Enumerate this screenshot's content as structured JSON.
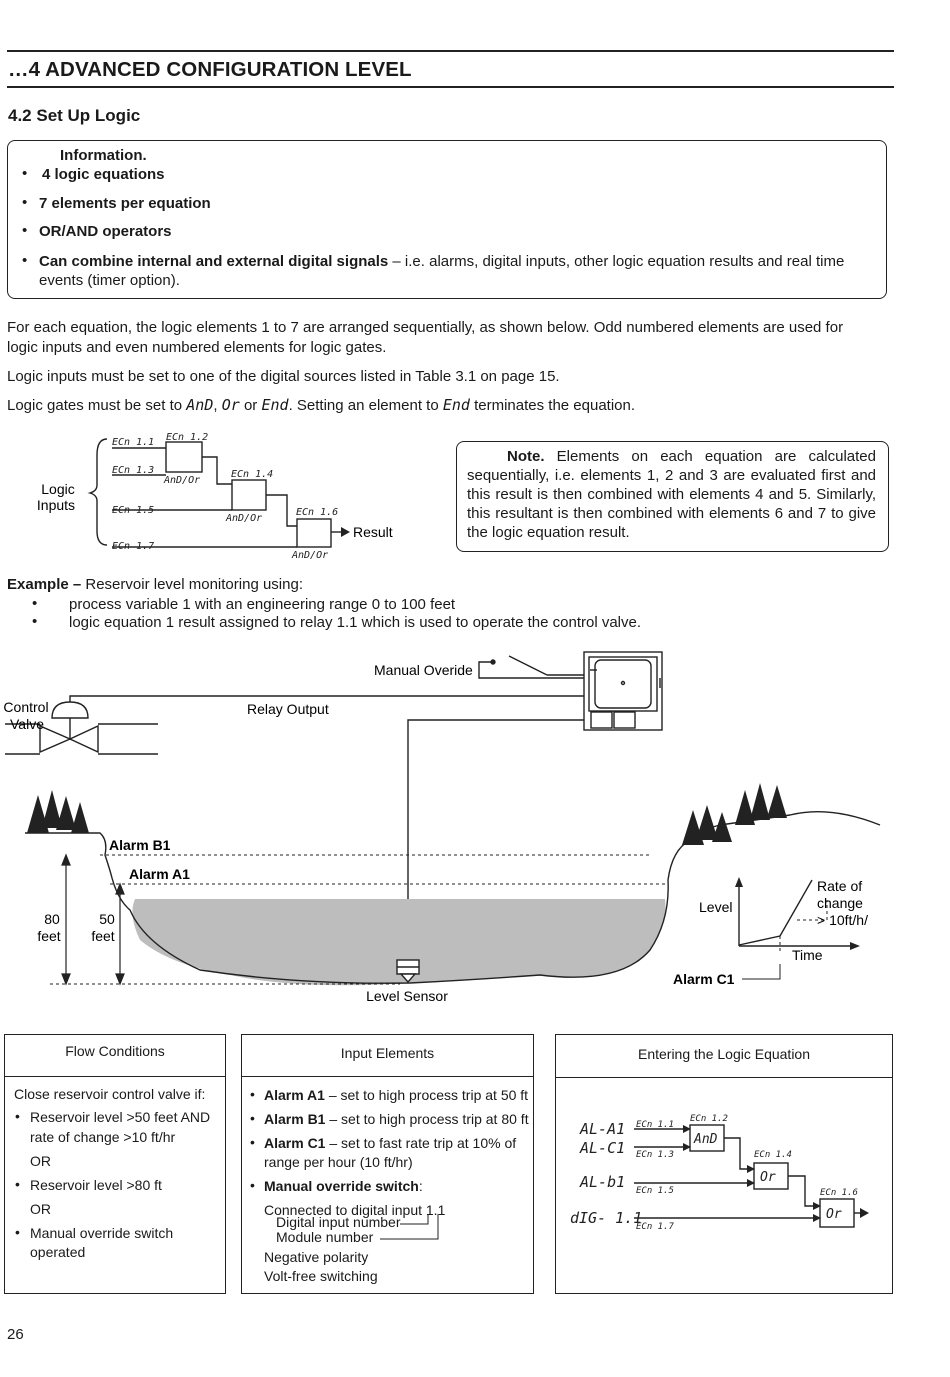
{
  "section": "…4   ADVANCED CONFIGURATION LEVEL",
  "subsection": "4.2   Set Up Logic",
  "info": {
    "title": "Information.",
    "items": [
      "4 logic equations",
      "7 elements per equation",
      "OR/AND operators"
    ],
    "last_bold": "Can combine internal and external digital signals",
    "last_rest": " – i.e. alarms, digital inputs, other logic equation results and real time",
    "last_line2": "events (timer option)."
  },
  "para1_line1": "For each equation, the logic elements 1 to 7 are arranged sequentially, as shown below.  Odd numbered elements are used for",
  "para1_line2": "logic inputs and even numbered elements for logic gates.",
  "para2": "Logic inputs must be set to one of the digital sources listed in Table 3.1 on page 15.",
  "para3": {
    "a": "Logic gates  must be set to ",
    "and": "AnD",
    "comma": ", ",
    "or": "Or",
    "or_word": " or ",
    "end": "End",
    "b": ". Setting an element to ",
    "end2": "End",
    "c": "  terminates the equation."
  },
  "diagram1": {
    "inputs_label_1": "Logic",
    "inputs_label_2": "Inputs",
    "e11": "ECn 1.1",
    "e12": "ECn 1.2",
    "e13": "ECn 1.3",
    "e14": "ECn 1.4",
    "e15": "ECn 1.5",
    "e16": "ECn 1.6",
    "e17": "ECn 1.7",
    "gate": "AnD/Or",
    "result": "Result"
  },
  "note": {
    "title": "Note.",
    "text": " Elements on each equation are calculated sequentially, i.e. elements 1, 2 and 3 are evaluated first and this result is then combined with elements 4 and 5. Similarly, this resultant is then combined with elements 6 and 7 to give the logic equation result."
  },
  "example": {
    "title": "Example –",
    "rest": " Reservoir level monitoring using:",
    "bullets": [
      "process variable 1 with an engineering range 0 to 100 feet",
      "logic equation 1 result assigned to relay 1.1 which is used to operate the control valve."
    ]
  },
  "reservoir": {
    "manual": "Manual Overide",
    "control1": "Control",
    "control2": "Valve",
    "relay": "Relay Output",
    "alarm_b1": "Alarm B1",
    "alarm_a1": "Alarm A1",
    "d80a": "80",
    "d80b": "feet",
    "d50a": "50",
    "d50b": "feet",
    "sensor": "Level Sensor",
    "level": "Level",
    "rate1": "Rate of",
    "rate2": "change",
    "rate3": "> 10ft/h/",
    "time": "Time",
    "alarm_c1": "Alarm C1"
  },
  "panels": {
    "flow": {
      "title": "Flow Conditions",
      "intro": "Close reservoir control valve if:",
      "l1": "Reservoir level >50 feet AND",
      "l2": "rate of change >10 ft/hr",
      "or1": "OR",
      "l3": "Reservoir level >80 ft",
      "or2": "OR",
      "l4": "Manual override switch",
      "l5": "operated"
    },
    "input": {
      "title": "Input Elements",
      "a1_b": "Alarm A1",
      "a1_r": " – set to high process trip at 50 ft",
      "b1_b": "Alarm B1",
      "b1_r": " – set to high process trip at 80 ft",
      "c1_b": "Alarm C1",
      "c1_r": " – set to fast rate trip at 10% of",
      "c1_l2": "range per hour (10 ft/hr)",
      "mo_b": "Manual override switch",
      "mo_r": ":",
      "conn": "Connected to digital input 1.1",
      "din": "Digital input number",
      "mod": "Module number",
      "neg": "Negative polarity",
      "volt": "Volt-free switching"
    },
    "logic": {
      "title": "Entering the Logic Equation",
      "in1": "AL-A1",
      "in2": "AL-C1",
      "in3": "AL-b1",
      "in4": "dIG- 1.1",
      "g1": "AnD",
      "g2": "Or",
      "g3": "Or"
    }
  },
  "page_number": "26"
}
